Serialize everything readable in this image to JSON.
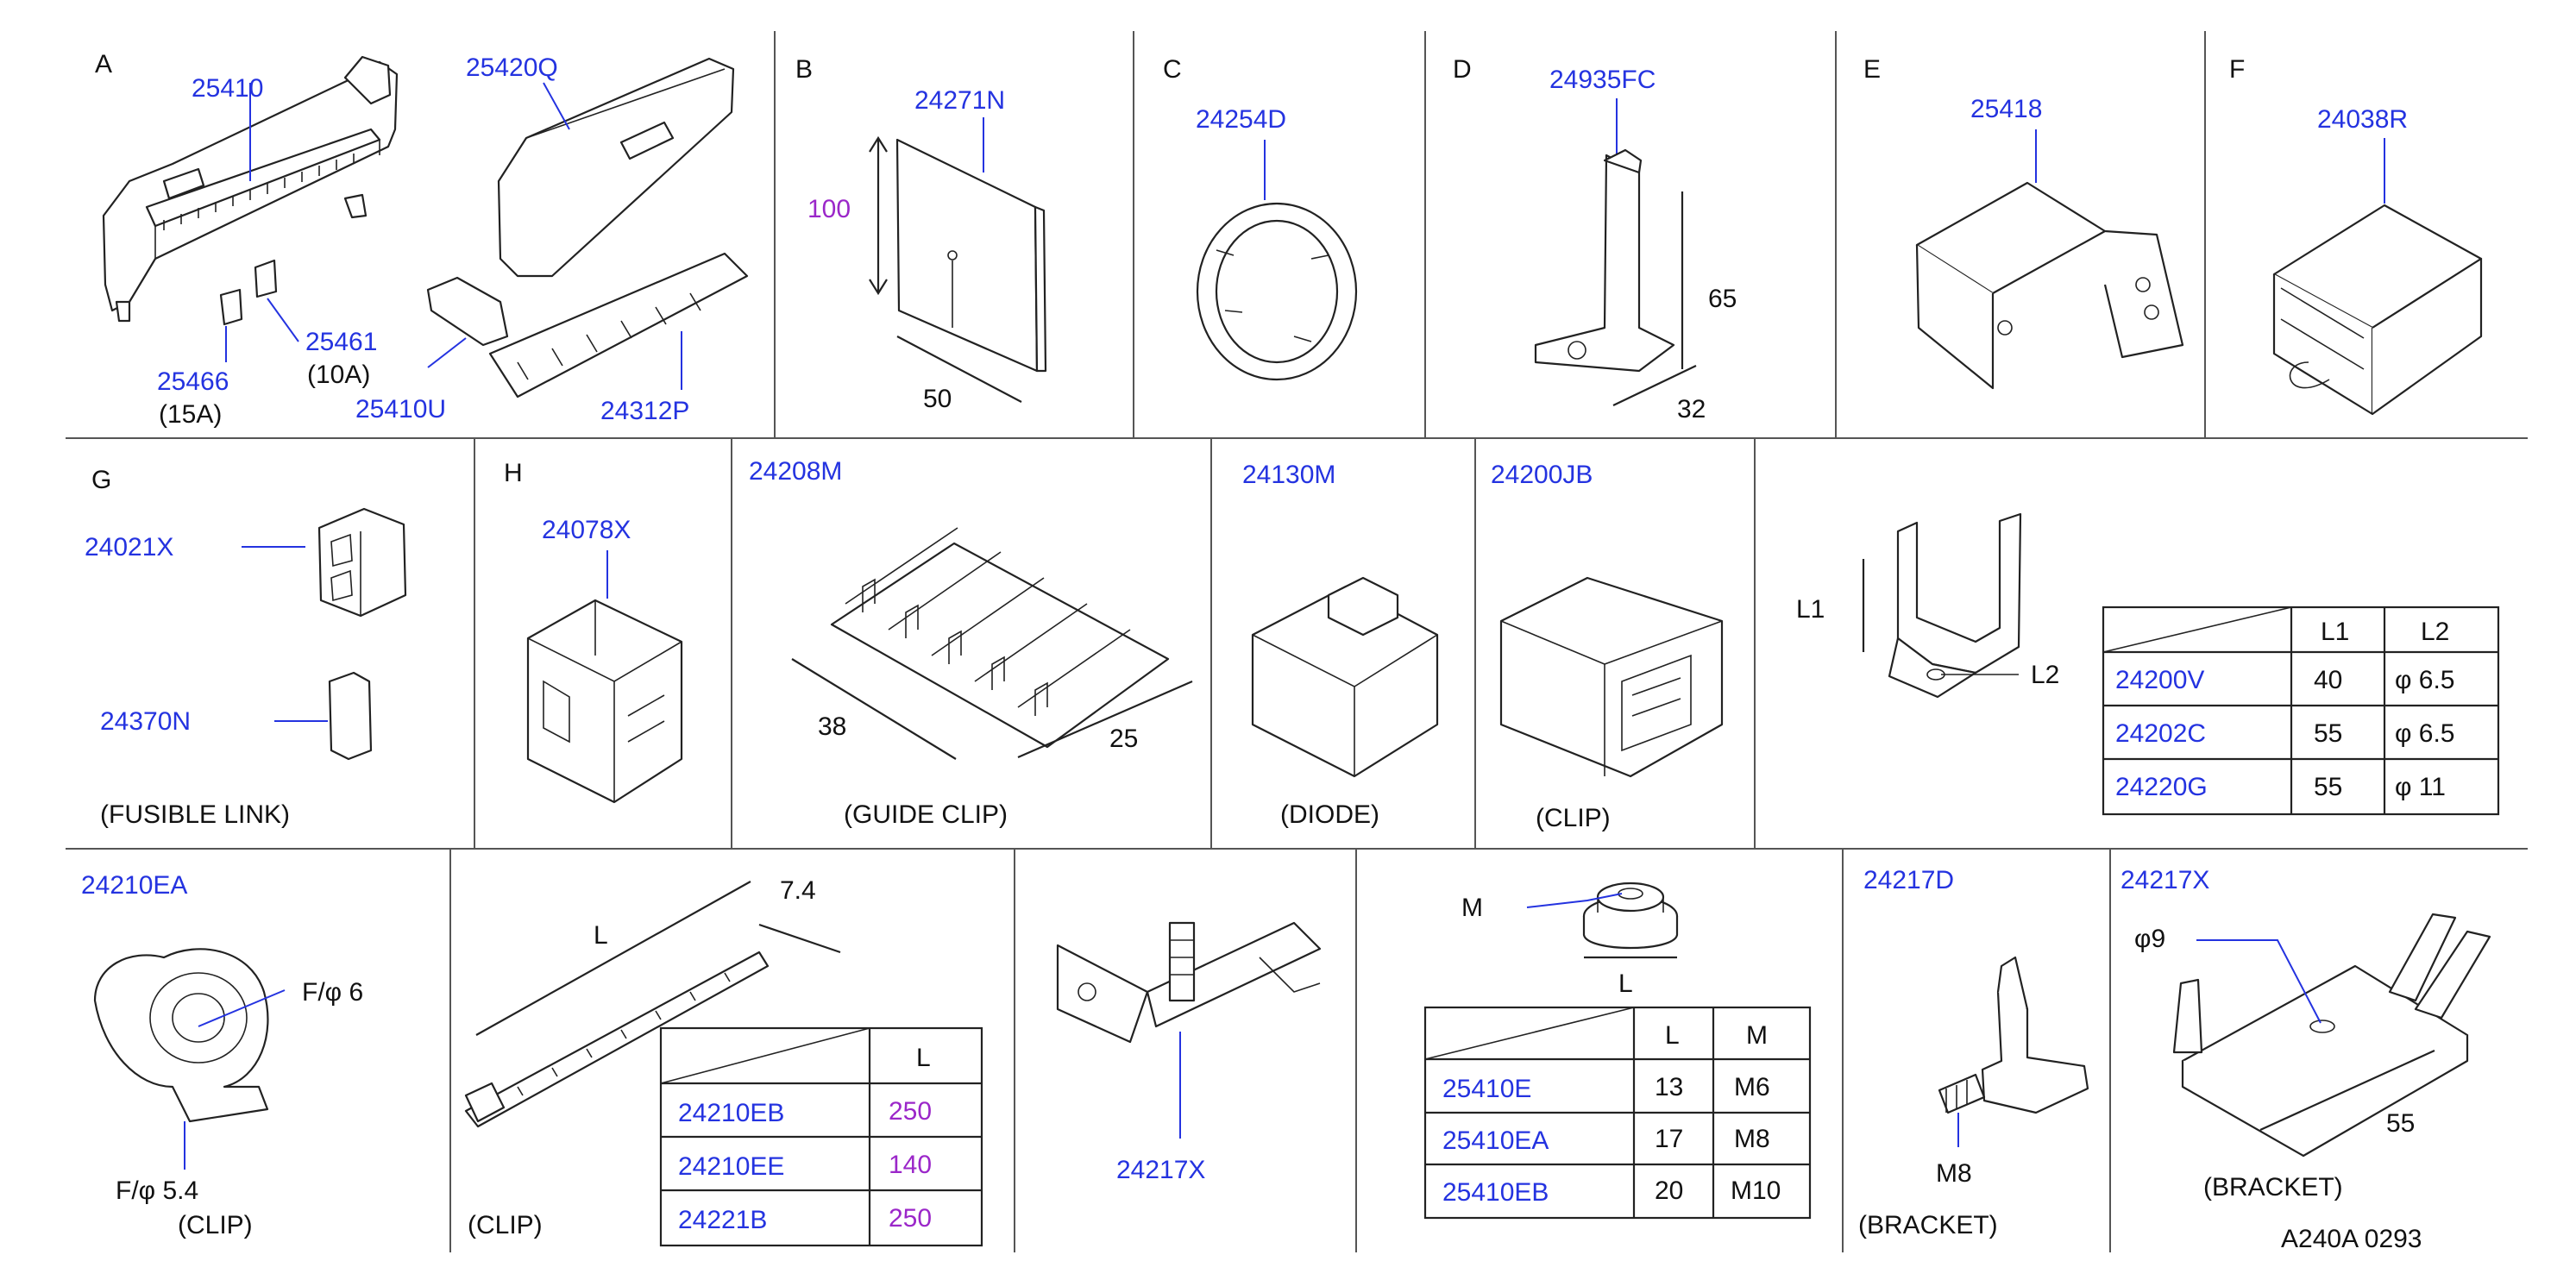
{
  "sections": {
    "a": "A",
    "b": "B",
    "c": "C",
    "d": "D",
    "e": "E",
    "f": "F",
    "g": "G",
    "h": "H"
  },
  "parts": {
    "p25410": "25410",
    "p25420q": "25420Q",
    "p25461": "25461",
    "p25466": "25466",
    "p25410u": "25410U",
    "p24312p": "24312P",
    "p24271n": "24271N",
    "p24254d": "24254D",
    "p24935fc": "24935FC",
    "p25418": "25418",
    "p24038r": "24038R",
    "p24021x": "24021X",
    "p24370n": "24370N",
    "p24078x": "24078X",
    "p24208m": "24208M",
    "p24130m": "24130M",
    "p24200jb": "24200JB",
    "p24210ea": "24210EA",
    "p24217x_mid": "24217X",
    "p24217d": "24217D",
    "p24217x_right": "24217X"
  },
  "notes": {
    "a15": "(15A)",
    "a10": "(10A)",
    "fusible": "(FUSIBLE   LINK)",
    "guide": "(GUIDE   CLIP)",
    "diode": "(DIODE)",
    "clip_jb": "(CLIP)",
    "clip_ea": "(CLIP)",
    "clip_tie": "(CLIP)",
    "bracket_d": "(BRACKET)",
    "bracket_x": "(BRACKET)",
    "ref": "A240A   0293"
  },
  "dims": {
    "b_h": "100",
    "b_w": "50",
    "d_h": "65",
    "d_w": "32",
    "gc_l": "38",
    "gc_w": "25",
    "l1": "L1",
    "l2": "L2",
    "ea_f1": "F/φ   6",
    "ea_f2": "F/φ   5.4",
    "tie_l": "L",
    "tie_w": "7.4",
    "nut_m": "M",
    "nut_l": "L",
    "m8": "M8",
    "phi9": "φ9",
    "br55": "55"
  },
  "table_clip": {
    "headers": [
      "L1",
      "L2"
    ],
    "rows": [
      {
        "part": "24200V",
        "l1": "40",
        "l2": "φ   6.5"
      },
      {
        "part": "24202C",
        "l1": "55",
        "l2": "φ   6.5"
      },
      {
        "part": "24220G",
        "l1": "55",
        "l2": "φ   11"
      }
    ]
  },
  "table_tie": {
    "headers": [
      "L"
    ],
    "rows": [
      {
        "part": "24210EB",
        "l": "250"
      },
      {
        "part": "24210EE",
        "l": "140"
      },
      {
        "part": "24221B",
        "l": "250"
      }
    ]
  },
  "table_nut": {
    "headers": [
      "L",
      "M"
    ],
    "rows": [
      {
        "part": "25410E",
        "l": "13",
        "m": "M6"
      },
      {
        "part": "25410EA",
        "l": "17",
        "m": "M8"
      },
      {
        "part": "25410EB",
        "l": "20",
        "m": "M10"
      }
    ]
  },
  "colors": {
    "part_number": "#2433e0",
    "dimension_purple": "#9b27c9",
    "text": "#111111"
  }
}
